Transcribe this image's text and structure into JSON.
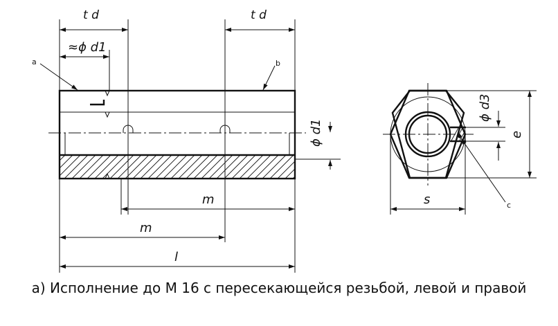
{
  "dimensions": {
    "thread_length_left": "t d",
    "thread_length_right": "t d",
    "approx_diameter": "≈ϕ d1",
    "diameter_d1": "ϕ d1",
    "diameter_d3": "ϕ d3",
    "across_corners": "e",
    "across_flats": "s",
    "dist_m_upper": "m",
    "dist_m_lower": "m",
    "length_l": "l"
  },
  "callouts": {
    "a": "a",
    "b": "b",
    "c": "c"
  },
  "caption": "а) Исполнение до М 16 с пересекающейся резьбой, левой и правой"
}
